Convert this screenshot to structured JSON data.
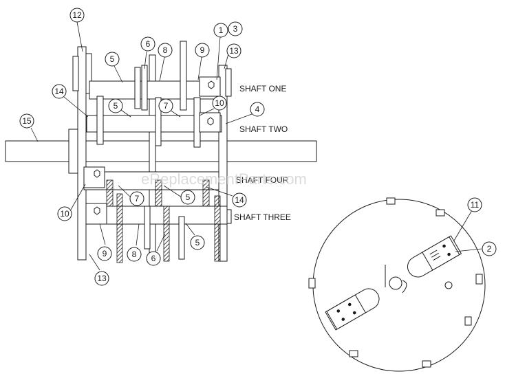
{
  "watermark": "eReplacementParts.com",
  "shaft_labels": {
    "one": "SHAFT ONE",
    "two": "SHAFT TWO",
    "three": "SHAFT THREE",
    "four": "SHAFT FOUR"
  },
  "callouts": {
    "c1": "1",
    "c2": "2",
    "c3": "3",
    "c4": "4",
    "c5a": "5",
    "c5b": "5",
    "c5c": "5",
    "c5d": "5",
    "c6a": "6",
    "c6b": "6",
    "c7a": "7",
    "c7b": "7",
    "c8a": "8",
    "c8b": "8",
    "c9a": "9",
    "c9b": "9",
    "c10a": "10",
    "c10b": "10",
    "c11": "11",
    "c12": "12",
    "c13a": "13",
    "c13b": "13",
    "c14a": "14",
    "c14b": "14",
    "c15": "15"
  }
}
